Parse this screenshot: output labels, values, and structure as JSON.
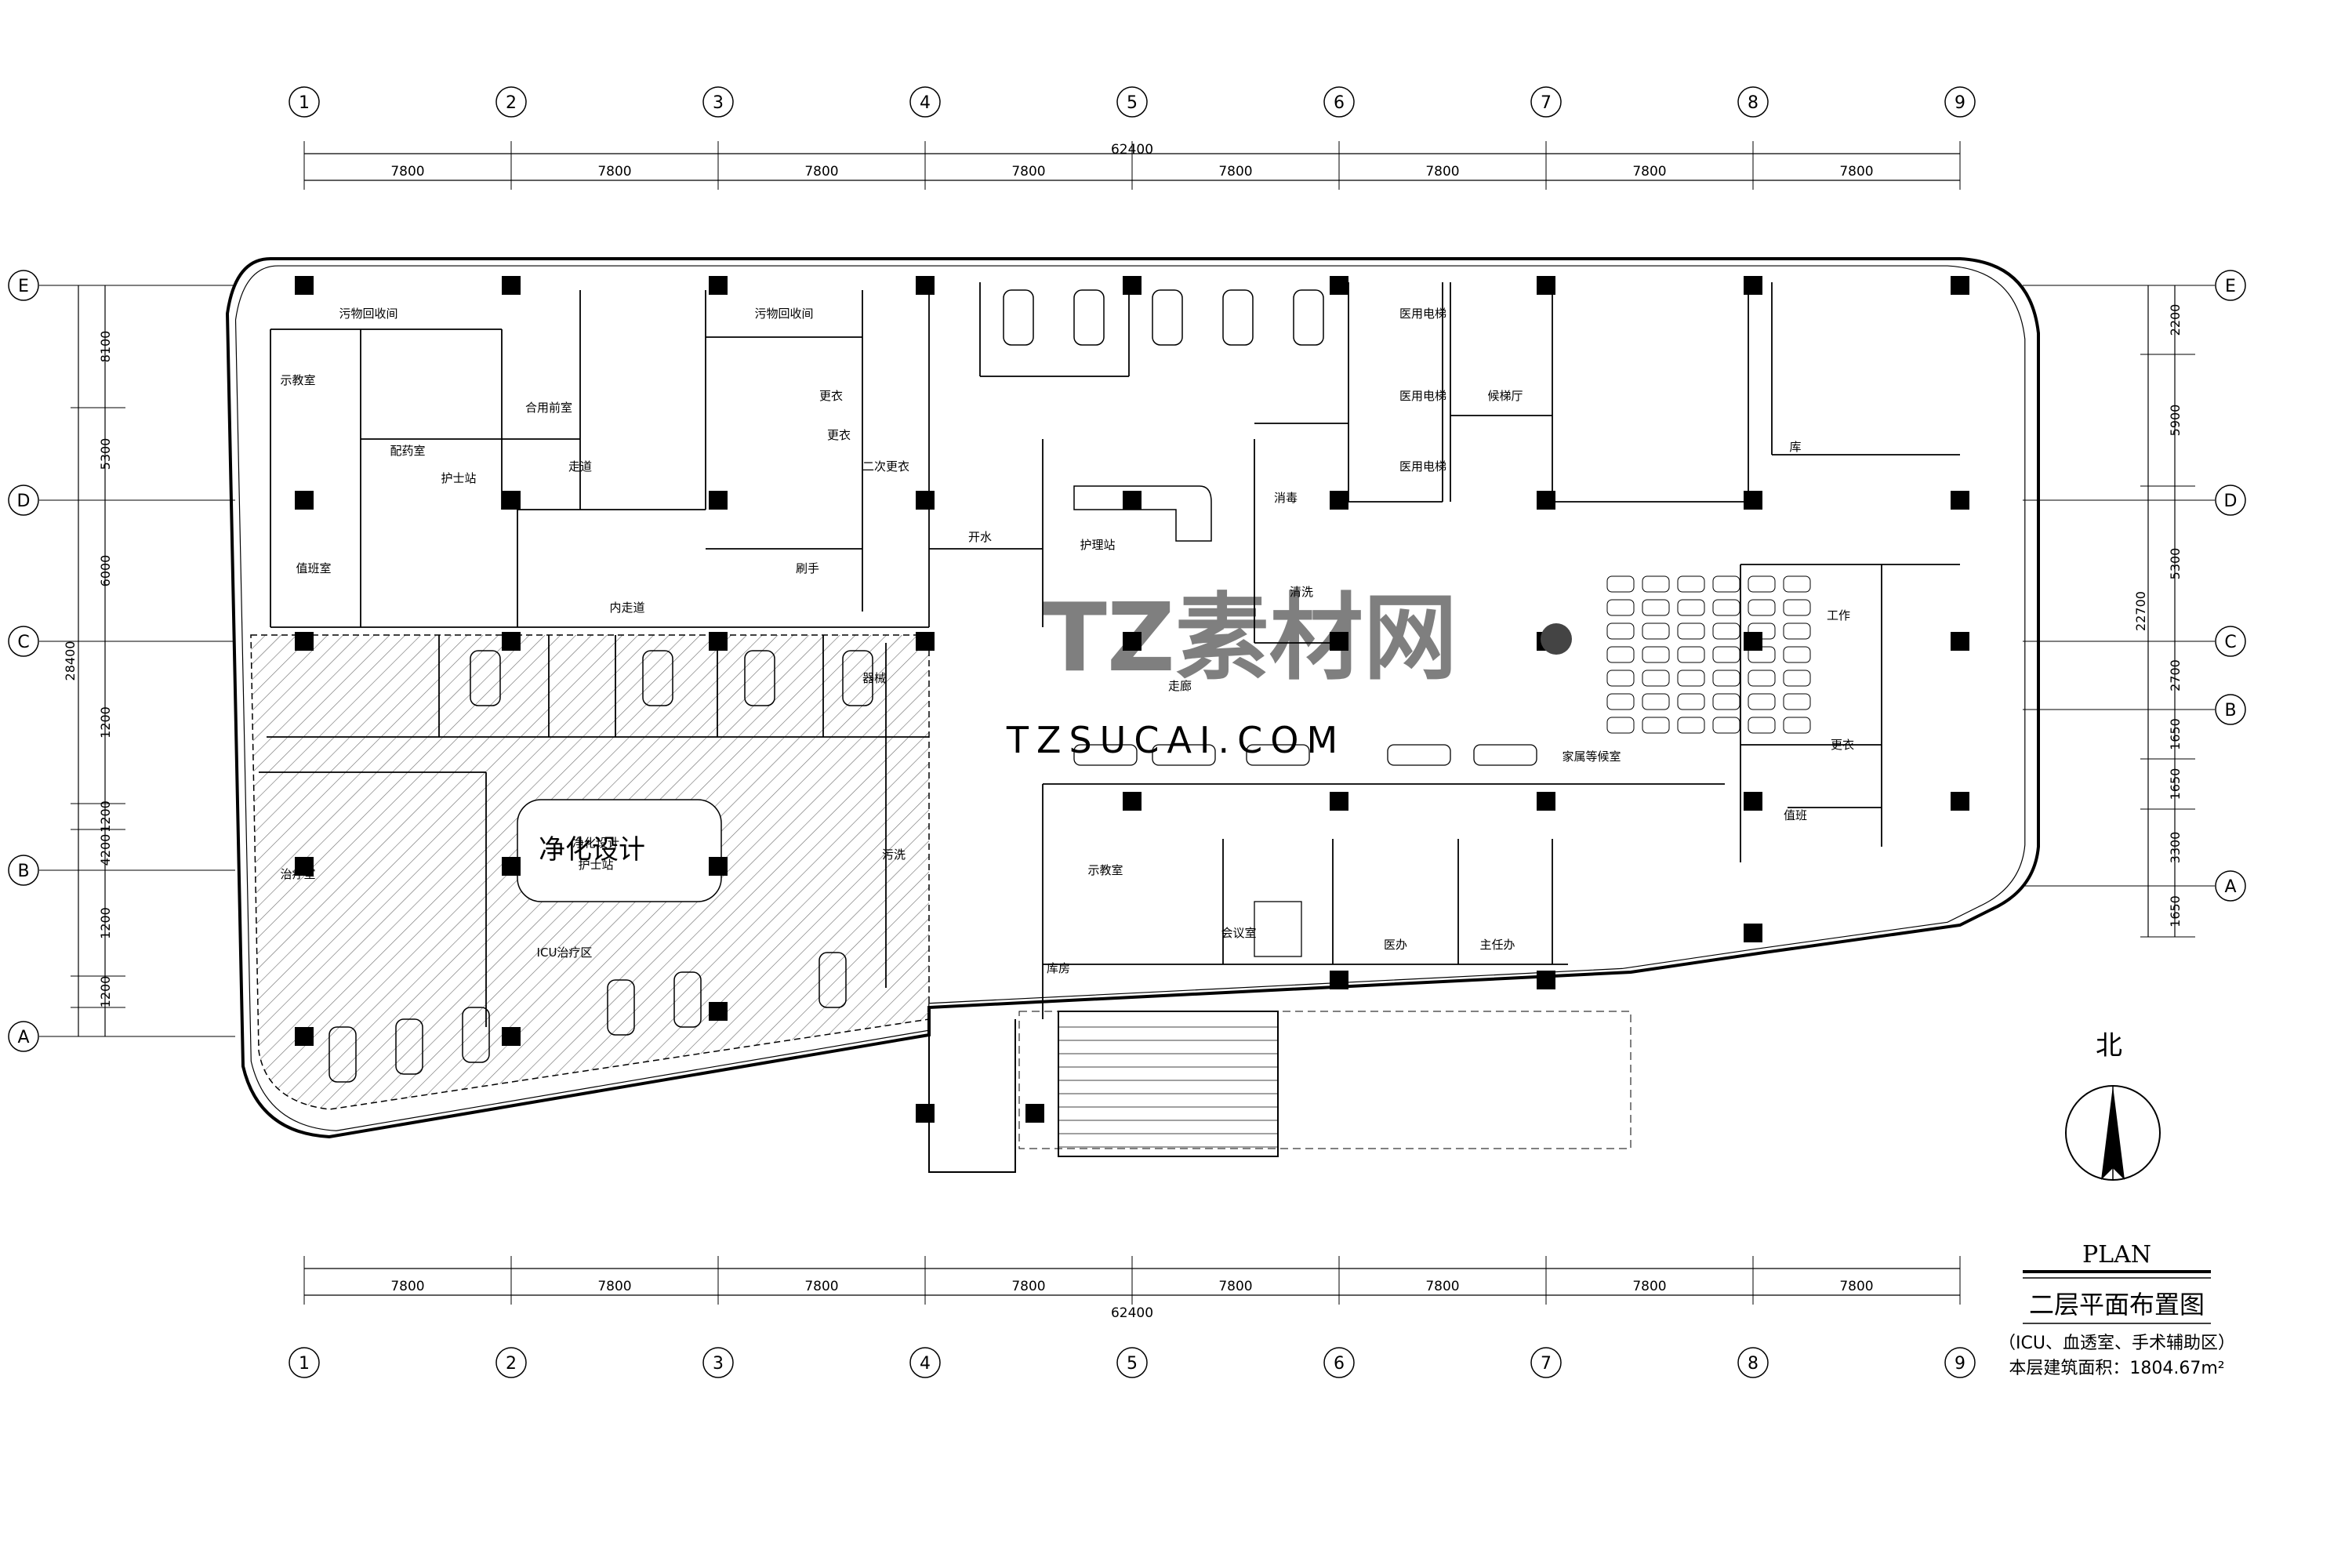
{
  "grid": {
    "columns": [
      "1",
      "2",
      "3",
      "4",
      "5",
      "6",
      "7",
      "8",
      "9"
    ],
    "rows_left": [
      "E",
      "D",
      "C",
      "B",
      "A"
    ],
    "rows_right": [
      "E",
      "D",
      "C",
      "B",
      "A"
    ]
  },
  "dimensions": {
    "top_spans": [
      "7800",
      "7800",
      "7800",
      "7800",
      "7800",
      "7800",
      "7800",
      "7800"
    ],
    "top_total": "62400",
    "bottom_spans": [
      "7800",
      "7800",
      "7800",
      "7800",
      "7800",
      "7800",
      "7800",
      "7800"
    ],
    "bottom_total": "62400",
    "left_spans": [
      "8100",
      "5300",
      "6000",
      "1200",
      "1200",
      "4200",
      "1200",
      "1200"
    ],
    "left_total": "28400",
    "right_spans": [
      "2200",
      "5900",
      "5300",
      "2700",
      "1650",
      "1650",
      "3300",
      "1650"
    ],
    "right_total": "22700"
  },
  "rooms": [
    "污物回收间",
    "污物回收间",
    "示教室",
    "合用前室",
    "走道",
    "医用电梯",
    "医用电梯",
    "医用电梯",
    "值班室",
    "护士站",
    "护理站",
    "配药室",
    "走廊",
    "内走道",
    "更衣",
    "更衣",
    "二次更衣",
    "刷手",
    "净化设计",
    "护士站",
    "ICU治疗区",
    "治疗室",
    "工作",
    "候梯厅",
    "家属等候室",
    "医办",
    "主任办",
    "会议室",
    "示教室",
    "库房",
    "污洗",
    "值班",
    "更衣",
    "清洗",
    "器械",
    "库",
    "开水",
    "消毒"
  ],
  "big_label": "净化设计",
  "watermark": {
    "cn": "TZ素材网",
    "en": "TZSUCAI.COM"
  },
  "north": {
    "label": "北"
  },
  "title_block": {
    "plan": "PLAN",
    "title": "二层平面布置图",
    "subtitle": "（ICU、血透室、手术辅助区）",
    "area": "本层建筑面积：1804.67m²"
  },
  "colors": {
    "line": "#000000",
    "hatch": "#555555",
    "watermark": "#8a8a8a"
  }
}
